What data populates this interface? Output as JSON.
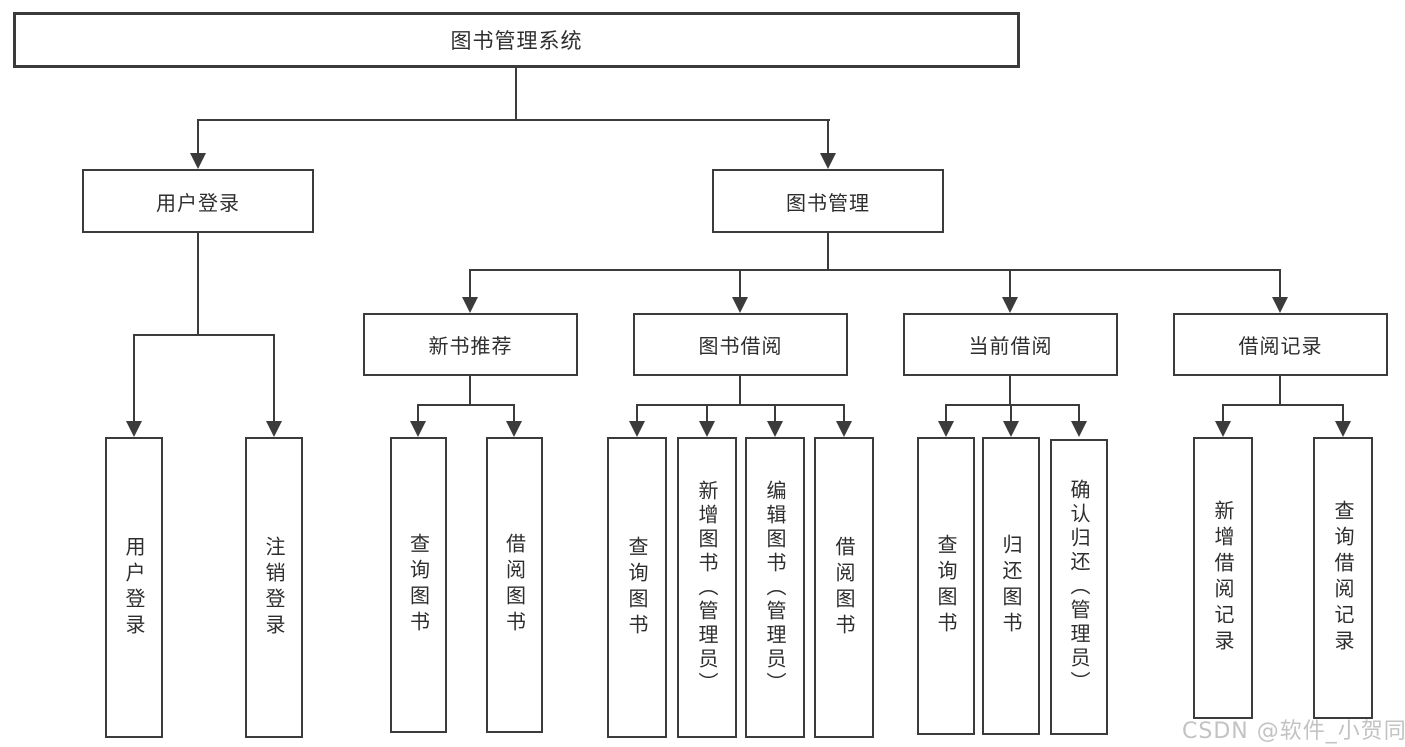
{
  "tree": {
    "root": {
      "label": "图书管理系统"
    },
    "branches": [
      {
        "label": "用户登录",
        "children": [
          {
            "label": "用户登录"
          },
          {
            "label": "注销登录"
          }
        ]
      },
      {
        "label": "图书管理",
        "children": [
          {
            "label": "新书推荐",
            "children": [
              {
                "label": "查询图书"
              },
              {
                "label": "借阅图书"
              }
            ]
          },
          {
            "label": "图书借阅",
            "children": [
              {
                "label": "查询图书"
              },
              {
                "label": "新增图书（管理员）"
              },
              {
                "label": "编辑图书（管理员）"
              },
              {
                "label": "借阅图书"
              }
            ]
          },
          {
            "label": "当前借阅",
            "children": [
              {
                "label": "查询图书"
              },
              {
                "label": "归还图书"
              },
              {
                "label": "确认归还（管理员）"
              }
            ]
          },
          {
            "label": "借阅记录",
            "children": [
              {
                "label": "新增借阅记录"
              },
              {
                "label": "查询借阅记录"
              }
            ]
          }
        ]
      }
    ]
  },
  "watermark": {
    "text": "CSDN @软件_小贺同学"
  },
  "colors": {
    "line": "#3b3b3b",
    "text": "#2e2e2e",
    "watermark": "#c3c3c3",
    "background": "#ffffff"
  }
}
